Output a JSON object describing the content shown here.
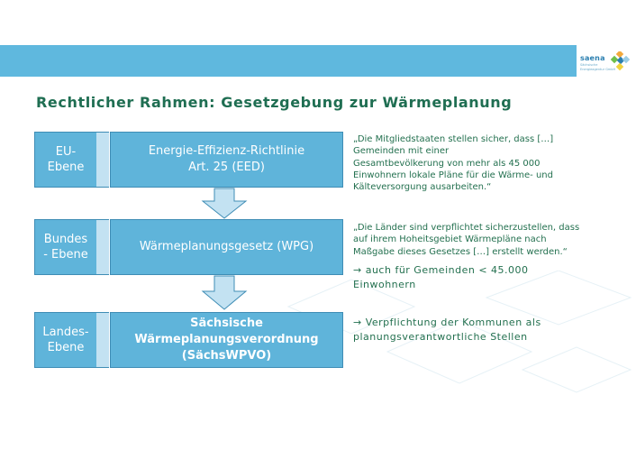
{
  "header": {
    "logo": {
      "word": "saena",
      "tagline": [
        "Sächsische",
        "Energieagentur GmbH"
      ]
    }
  },
  "title": "Rechtlicher Rahmen: Gesetzgebung zur Wärmeplanung",
  "levels": [
    {
      "label": "EU-\nEbene",
      "content": "Energie-Effizienz-Richtlinie\nArt. 25 (EED)"
    },
    {
      "label": "Bundes\n- Ebene",
      "content": "Wärmeplanungsgesetz (WPG)"
    },
    {
      "label": "Landes-\nEbene",
      "content": "Sächsische\nWärmeplanungsverordnung\n(SächsWPVO)"
    }
  ],
  "quotes": [
    "„Die Mitgliedstaaten stellen sicher, dass […]\nGemeinden mit einer\nGesamtbevölkerung von mehr als 45 000\nEinwohnern lokale Pläne für die Wärme- und\nKälteversorgung ausarbeiten.“",
    "„Die Länder sind verpflichtet sicherzustellen, dass\nauf ihrem Hoheitsgebiet Wärmepläne nach\nMaßgabe dieses Gesetzes […] erstellt werden.“"
  ],
  "notes": [
    "→ auch für Gemeinden < 45.000\nEinwohnern",
    "→ Verpflichtung der Kommunen als\n    planungsverantwortliche Stellen"
  ],
  "colors": {
    "banner": "#5fb8de",
    "box_fill": "#5fb4da",
    "stripe": "#c3e2f2",
    "arrow_fill": "#c3e2f2",
    "title_green": "#1f6e52",
    "text_green": "#23704f"
  },
  "icons": {
    "logo_mark": "saena-logo-icon",
    "down_arrow": "down-arrow-icon"
  }
}
